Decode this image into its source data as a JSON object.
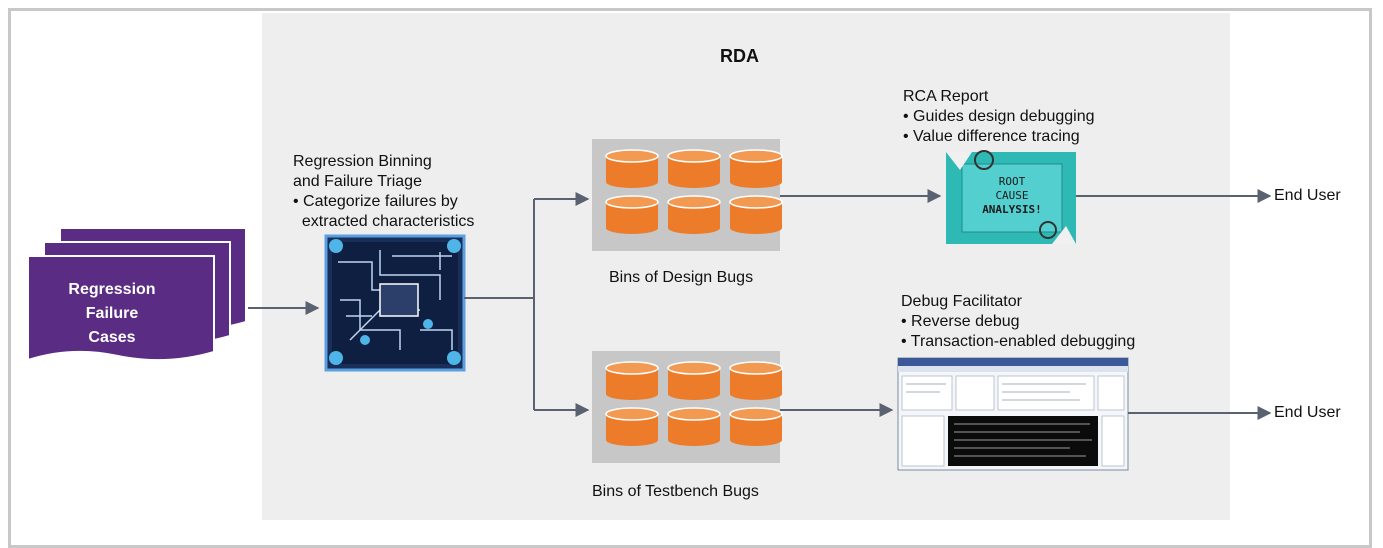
{
  "title": "RDA",
  "input": {
    "label_lines": [
      "Regression",
      "Failure",
      "Cases"
    ]
  },
  "binning": {
    "lines": [
      "Regression Binning",
      "and Failure Triage",
      "• Categorize failures by",
      "  extracted characteristics"
    ]
  },
  "bins": [
    {
      "label": "Bins of Design Bugs"
    },
    {
      "label": "Bins of Testbench Bugs"
    }
  ],
  "rca": {
    "lines": [
      "RCA Report",
      "• Guides design debugging",
      "• Value difference tracing"
    ],
    "image_text": [
      "ROOT",
      "CAUSE",
      "ANALYSIS!"
    ]
  },
  "debug": {
    "lines": [
      "Debug Facilitator",
      "• Reverse debug",
      "• Transaction-enabled debugging"
    ]
  },
  "outputs": [
    "End User",
    "End User"
  ],
  "colors": {
    "doc": "#5b2c83",
    "cylinder": "#ec7c2a",
    "arrow": "#5a6272",
    "bin_bg": "#c7c7c7",
    "panel_bg": "#eeeeee"
  }
}
